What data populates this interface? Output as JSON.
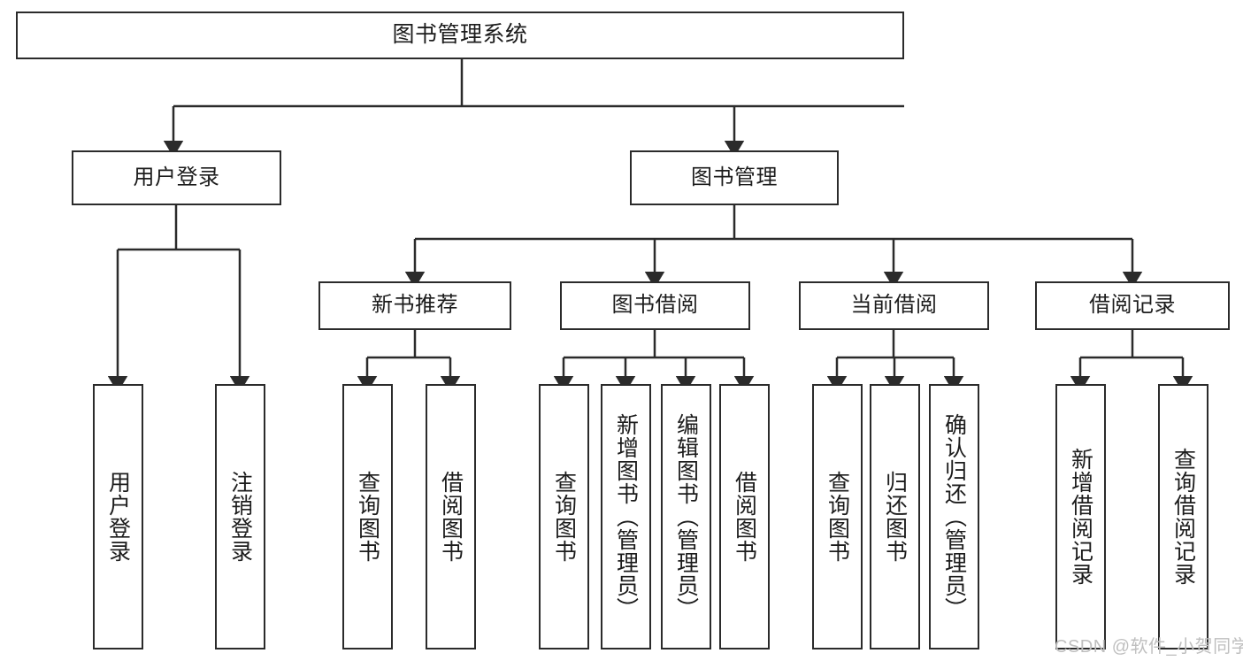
{
  "diagram": {
    "title": "图书管理系统",
    "type": "tree",
    "colors": {
      "stroke": "#2b2b2b",
      "fill": "#ffffff",
      "text": "#1c1c1c",
      "watermark": "#bfbfbf"
    },
    "watermark": "CSDN @软件_小贺同学",
    "nodes": {
      "root": {
        "label": "图书管理系统"
      },
      "level2": [
        {
          "label": "用户登录"
        },
        {
          "label": "图书管理"
        }
      ],
      "level3": [
        {
          "label": "新书推荐"
        },
        {
          "label": "图书借阅"
        },
        {
          "label": "当前借阅"
        },
        {
          "label": "借阅记录"
        }
      ],
      "leaves": {
        "user_login": [
          {
            "label": "用户登录"
          },
          {
            "label": "注销登录"
          }
        ],
        "new_book_recommend": [
          {
            "label": "查询图书"
          },
          {
            "label": "借阅图书"
          }
        ],
        "book_borrow": [
          {
            "label": "查询图书"
          },
          {
            "label": "新增图书（管理员）"
          },
          {
            "label": "编辑图书（管理员）"
          },
          {
            "label": "借阅图书"
          }
        ],
        "current_borrow": [
          {
            "label": "查询图书"
          },
          {
            "label": "归还图书"
          },
          {
            "label": "确认归还（管理员）"
          }
        ],
        "borrow_record": [
          {
            "label": "新增借阅记录"
          },
          {
            "label": "查询借阅记录"
          }
        ]
      }
    }
  }
}
